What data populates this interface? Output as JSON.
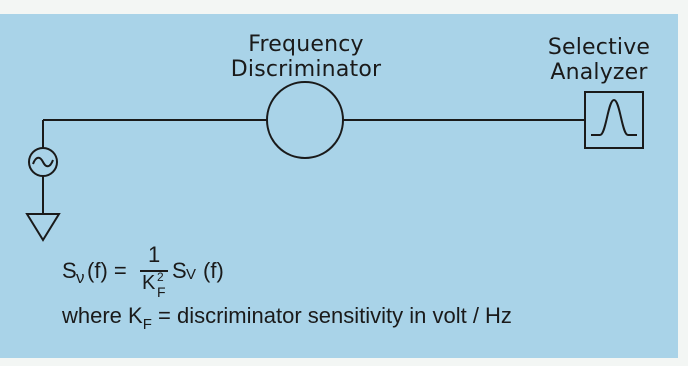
{
  "discriminator": {
    "line1": "Frequency",
    "line2": "Discriminator"
  },
  "analyzer": {
    "line1": "Selective",
    "line2": "Analyzer"
  },
  "formula": {
    "lhs": "S",
    "lhs_sub": "ν",
    "lhs_arg": "(f) =",
    "numerator": "1",
    "denominator": "K",
    "den_sup": "2",
    "den_sub": "F",
    "rhs": "S",
    "rhs_sub": "V",
    "rhs_arg": "(f)"
  },
  "where": {
    "prefix": "where K",
    "sub": "F",
    "text": " = discriminator sensitivity in volt / Hz"
  },
  "icons": [
    "sine-source-icon",
    "ground-icon",
    "discriminator-circle-icon",
    "bandpass-peak-icon"
  ],
  "colors": {
    "background": "#a9d3e8",
    "ink": "#1a1a1a",
    "border": "#f3f6f4"
  }
}
